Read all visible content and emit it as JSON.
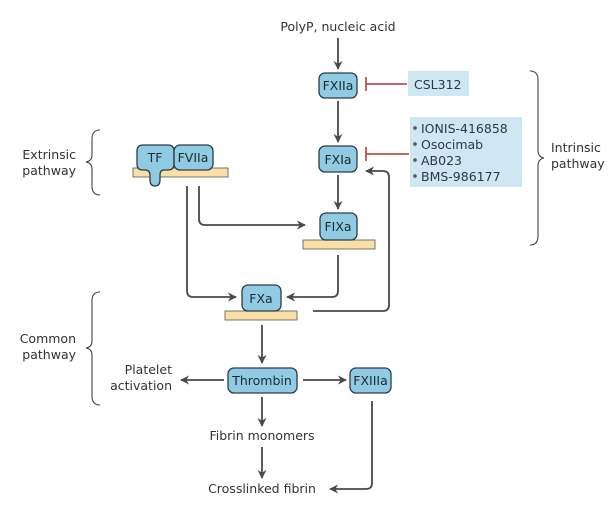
{
  "colors": {
    "factor_fill": "#90cbe3",
    "factor_stroke": "#2b3d47",
    "membrane_fill": "#fbe0a6",
    "inhibitor_line": "#c0504d",
    "drug_box_fill": "#cfe6f3",
    "arrow": "#4a4a4a"
  },
  "inputs": {
    "polyp_label": "PolyP, nucleic acid"
  },
  "factors": {
    "fxiia": "FXIIa",
    "fxia": "FXIa",
    "fixa": "FIXa",
    "tf": "TF",
    "fviia": "FVIIa",
    "fxa": "FXa",
    "thrombin": "Thrombin",
    "fxiiia": "FXIIIa"
  },
  "inhibitors": {
    "fxiia_drugs": [
      "CSL312"
    ],
    "fxia_drugs": [
      "IONIS-416858",
      "Osocimab",
      "AB023",
      "BMS-986177"
    ],
    "bullet": "•"
  },
  "pathways": {
    "extrinsic": [
      "Extrinsic",
      "pathway"
    ],
    "intrinsic": [
      "Intrinsic",
      "pathway"
    ],
    "common": [
      "Common",
      "pathway"
    ]
  },
  "outputs": {
    "platelet": [
      "Platelet",
      "activation"
    ],
    "fibrin_monomers": "Fibrin monomers",
    "crosslinked_fibrin": "Crosslinked fibrin"
  }
}
